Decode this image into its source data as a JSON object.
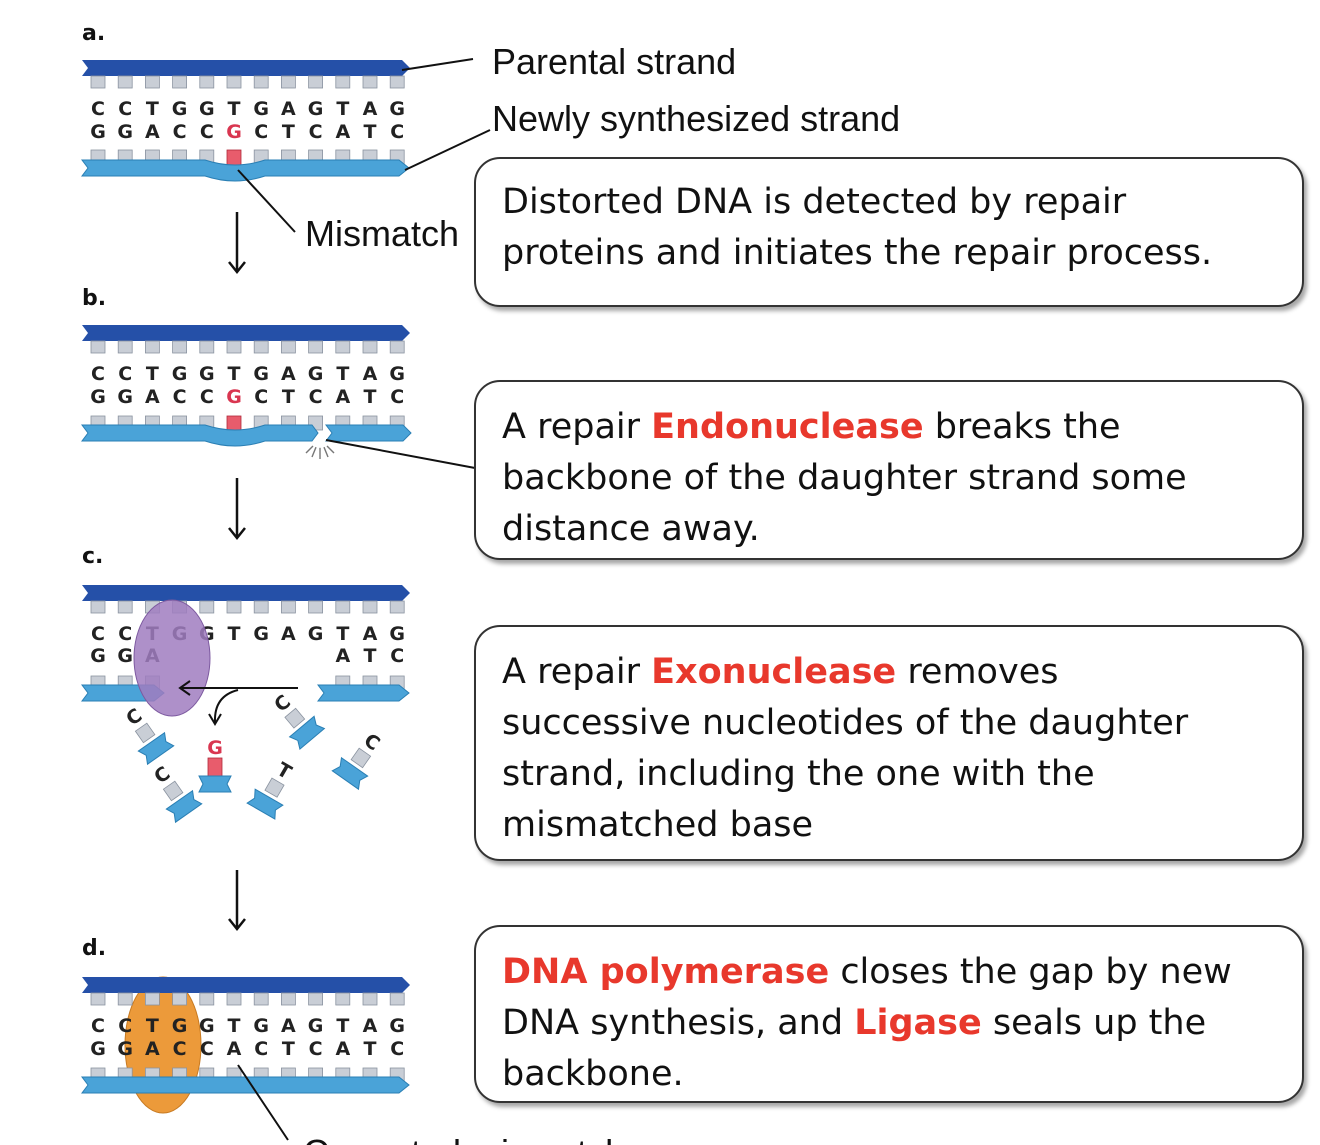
{
  "panels": {
    "a": {
      "letter": "a.",
      "top_bases": [
        "C",
        "C",
        "T",
        "G",
        "G",
        "T",
        "G",
        "A",
        "G",
        "T",
        "A",
        "G"
      ],
      "bottom_bases": [
        "G",
        "G",
        "A",
        "C",
        "C",
        "G",
        "C",
        "T",
        "C",
        "A",
        "T",
        "C"
      ],
      "mismatch_index": 5
    },
    "b": {
      "letter": "b.",
      "top_bases": [
        "C",
        "C",
        "T",
        "G",
        "G",
        "T",
        "G",
        "A",
        "G",
        "T",
        "A",
        "G"
      ],
      "bottom_bases": [
        "G",
        "G",
        "A",
        "C",
        "C",
        "G",
        "C",
        "T",
        "C",
        "A",
        "T",
        "C"
      ],
      "mismatch_index": 5
    },
    "c": {
      "letter": "c.",
      "top_bases": [
        "C",
        "C",
        "T",
        "G",
        "G",
        "T",
        "G",
        "A",
        "G",
        "T",
        "A",
        "G"
      ],
      "bottom_left_bases": [
        "G",
        "G",
        "A"
      ],
      "bottom_right_bases": [
        "A",
        "T",
        "C"
      ],
      "free_nucleotides": [
        "C",
        "G",
        "C",
        "C",
        "C",
        "T"
      ]
    },
    "d": {
      "letter": "d.",
      "top_bases": [
        "C",
        "C",
        "T",
        "G",
        "G",
        "T",
        "G",
        "A",
        "G",
        "T",
        "A",
        "G"
      ],
      "bottom_bases": [
        "G",
        "G",
        "A",
        "C",
        "C",
        "A",
        "C",
        "T",
        "C",
        "A",
        "T",
        "C"
      ]
    }
  },
  "labels": {
    "parental_strand": "Parental strand",
    "new_strand": "Newly synthesized strand",
    "mismatch": "Mismatch",
    "corrected": "Corrected mismatch"
  },
  "boxes": {
    "detect": {
      "text": "Distorted DNA is detected by repair proteins and initiates the repair process."
    },
    "endonuclease": {
      "before": "A repair ",
      "highlight": "Endonuclease",
      "after": " breaks the backbone of the daughter strand some distance away."
    },
    "exonuclease": {
      "before": "A repair ",
      "highlight": "Exonuclease",
      "after": " removes successive nucleotides of the daughter strand, including the one with the mismatched base"
    },
    "polymerase": {
      "highlight1": "DNA polymerase",
      "middle": " closes the gap by new DNA synthesis, and ",
      "highlight2": "Ligase",
      "after": " seals up the backbone."
    }
  },
  "colors": {
    "parental_backbone": "#2550a8",
    "daughter_backbone": "#4aa3d8",
    "base_block": "#c9ced6",
    "mismatch": "#e85c6c",
    "highlight_text": "#e8382c",
    "protein_purple": "#a07cc0",
    "protein_orange": "#ec9a3a"
  }
}
